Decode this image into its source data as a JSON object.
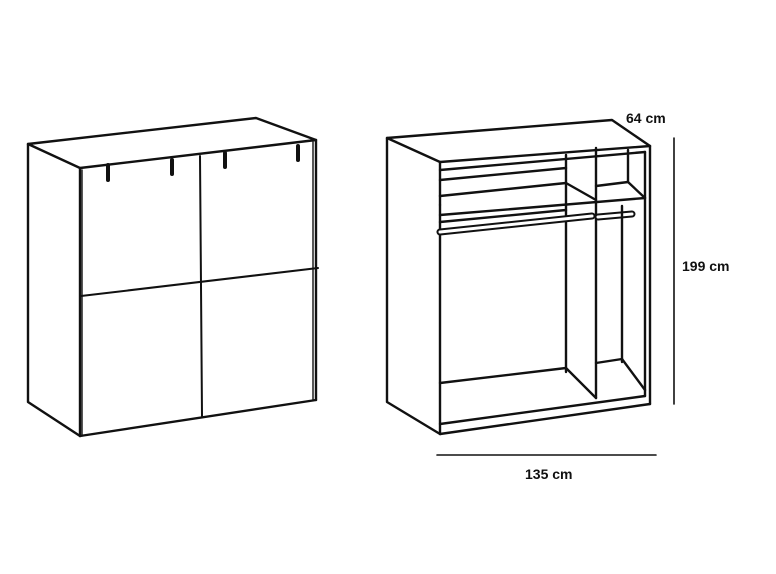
{
  "diagram": {
    "type": "furniture-technical-drawing",
    "subject": "Sliding door wardrobe",
    "views": [
      {
        "id": "closed-view",
        "description": "Wardrobe with two sliding doors, each split horizontally into two panels, four hanging handles on top"
      },
      {
        "id": "open-view",
        "description": "Interior layout: top shelf, second shelf with hanging rails, central vertical divider, bottom shelf"
      }
    ],
    "dimensions": {
      "depth": "64 cm",
      "height": "199 cm",
      "width": "135 cm"
    },
    "colors": {
      "line": "#111111",
      "background": "#ffffff"
    }
  }
}
